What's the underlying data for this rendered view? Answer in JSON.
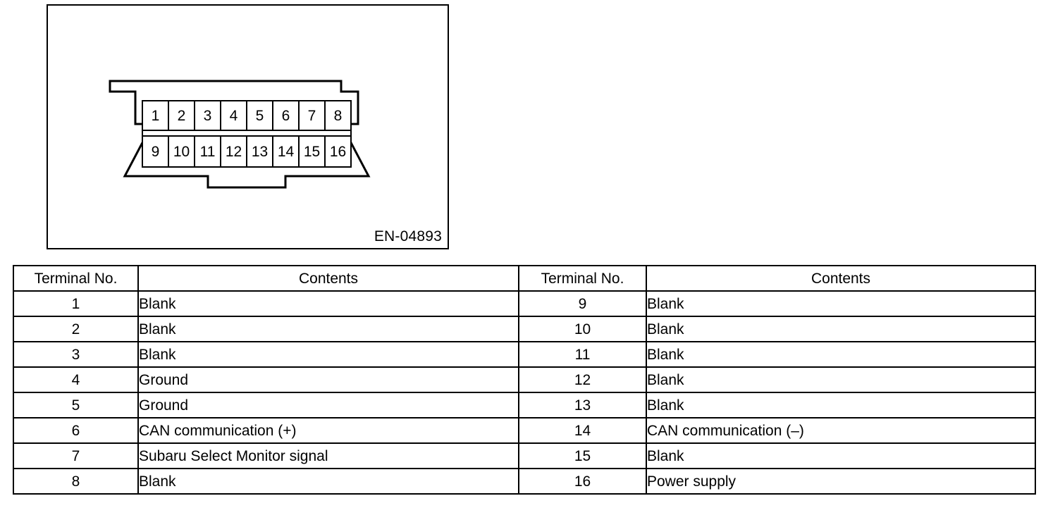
{
  "figure": {
    "code": "EN-04893",
    "connector_label": "obd-ii-data-link-connector",
    "pins_top_row": [
      "1",
      "2",
      "3",
      "4",
      "5",
      "6",
      "7",
      "8"
    ],
    "pins_bottom_row": [
      "9",
      "10",
      "11",
      "12",
      "13",
      "14",
      "15",
      "16"
    ]
  },
  "table": {
    "headers": {
      "terminal_no": "Terminal No.",
      "contents": "Contents",
      "terminal_no_2": "Terminal No.",
      "contents_2": "Contents"
    },
    "rows": [
      {
        "left_no": "1",
        "left_contents": "Blank",
        "right_no": "9",
        "right_contents": "Blank"
      },
      {
        "left_no": "2",
        "left_contents": "Blank",
        "right_no": "10",
        "right_contents": "Blank"
      },
      {
        "left_no": "3",
        "left_contents": "Blank",
        "right_no": "11",
        "right_contents": "Blank"
      },
      {
        "left_no": "4",
        "left_contents": "Ground",
        "right_no": "12",
        "right_contents": "Blank"
      },
      {
        "left_no": "5",
        "left_contents": "Ground",
        "right_no": "13",
        "right_contents": "Blank"
      },
      {
        "left_no": "6",
        "left_contents": "CAN communication (+)",
        "right_no": "14",
        "right_contents": "CAN communication (–)"
      },
      {
        "left_no": "7",
        "left_contents": "Subaru Select Monitor signal",
        "right_no": "15",
        "right_contents": "Blank"
      },
      {
        "left_no": "8",
        "left_contents": "Blank",
        "right_no": "16",
        "right_contents": "Power supply"
      }
    ]
  },
  "colors": {
    "ink": "#000000",
    "paper": "#ffffff"
  }
}
